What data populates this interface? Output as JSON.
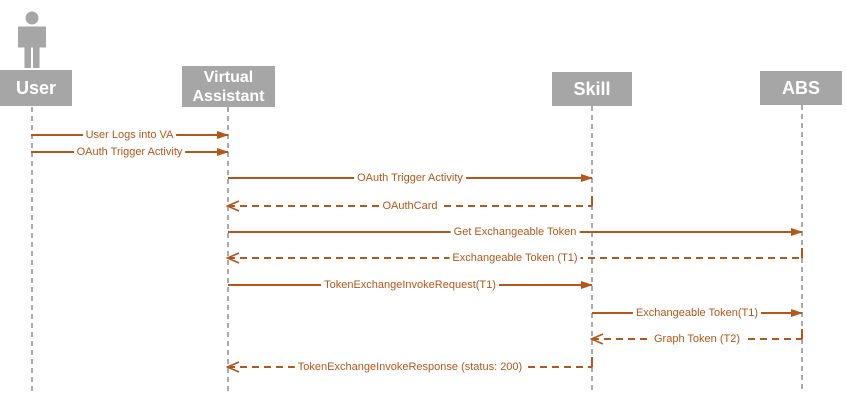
{
  "diagram": {
    "type": "sequence-diagram",
    "background": "#ffffff"
  },
  "colors": {
    "actor_fill": "#a6a6a6",
    "actor_text": "#ffffff",
    "message_color": "#b3571a",
    "lifeline_color": "#aaaaaa"
  },
  "actors": [
    {
      "id": "user",
      "label": "User",
      "icon": "person-icon"
    },
    {
      "id": "virtual-assistant",
      "label": "Virtual Assistant"
    },
    {
      "id": "skill",
      "label": "Skill"
    },
    {
      "id": "abs",
      "label": "ABS"
    }
  ],
  "messages": [
    {
      "label": "User Logs into VA",
      "from": "User",
      "to": "Virtual Assistant",
      "line": "solid",
      "arrow": "filled-right"
    },
    {
      "label": "OAuth Trigger Activity",
      "from": "User",
      "to": "Virtual Assistant",
      "line": "solid",
      "arrow": "filled-right"
    },
    {
      "label": "OAuth Trigger Activity",
      "from": "Virtual Assistant",
      "to": "Skill",
      "line": "solid",
      "arrow": "filled-right"
    },
    {
      "label": "OAuthCard",
      "from": "Skill",
      "to": "Virtual Assistant",
      "line": "dashed",
      "arrow": "open-left"
    },
    {
      "label": "Get Exchangeable Token",
      "from": "Virtual Assistant",
      "to": "ABS",
      "line": "solid",
      "arrow": "filled-right"
    },
    {
      "label": "Exchangeable Token (T1)",
      "from": "ABS",
      "to": "Virtual Assistant",
      "line": "dashed",
      "arrow": "open-left"
    },
    {
      "label": "TokenExchangeInvokeRequest(T1)",
      "from": "Virtual Assistant",
      "to": "Skill",
      "line": "solid",
      "arrow": "filled-right"
    },
    {
      "label": "Exchangeable Token(T1)",
      "from": "Skill",
      "to": "ABS",
      "line": "solid",
      "arrow": "filled-right"
    },
    {
      "label": "Graph Token (T2)",
      "from": "ABS",
      "to": "Skill",
      "line": "dashed",
      "arrow": "open-left"
    },
    {
      "label": "TokenExchangeInvokeResponse (status: 200)",
      "from": "Skill",
      "to": "Virtual Assistant",
      "line": "dashed",
      "arrow": "open-left"
    }
  ]
}
